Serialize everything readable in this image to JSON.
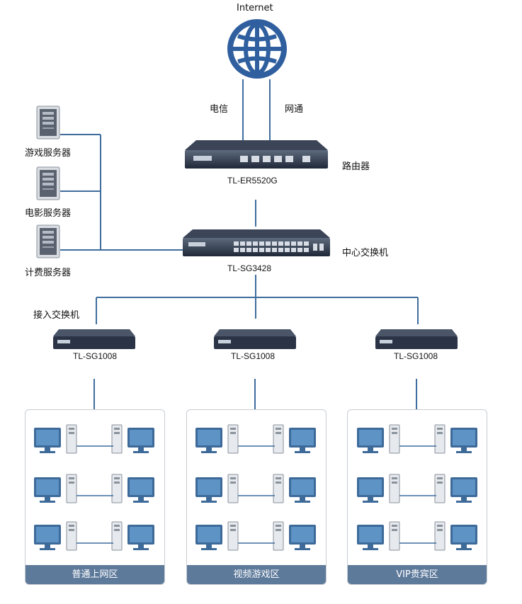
{
  "internet": {
    "label": "Internet"
  },
  "isp": {
    "left": "电信",
    "right": "网通"
  },
  "router": {
    "label": "路由器",
    "model": "TL-ER5520G"
  },
  "core_switch": {
    "label": "中心交换机",
    "model": "TL-SG3428"
  },
  "servers": [
    {
      "label": "游戏服务器"
    },
    {
      "label": "电影服务器"
    },
    {
      "label": "计费服务器"
    }
  ],
  "access_label": "接入交换机",
  "access_switches": [
    {
      "model": "TL-SG1008"
    },
    {
      "model": "TL-SG1008"
    },
    {
      "model": "TL-SG1008"
    }
  ],
  "zones": [
    {
      "label": "普通上网区"
    },
    {
      "label": "视频游戏区"
    },
    {
      "label": "VIP贵宾区"
    }
  ],
  "colors": {
    "line": "#3f6d9d",
    "device": "#2e3c52",
    "zone_bar": "#5e7a9b",
    "globe": "#2f5f9e"
  }
}
